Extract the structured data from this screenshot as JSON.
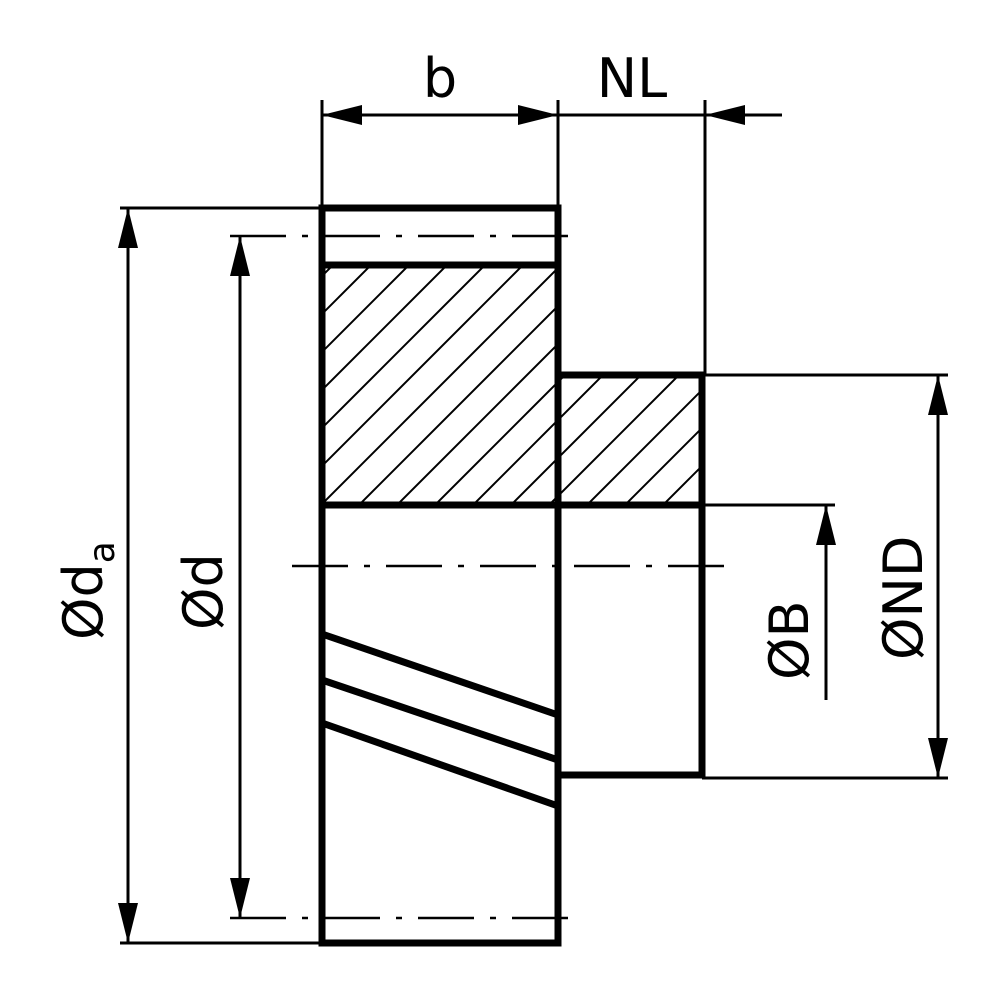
{
  "labels": {
    "width": "b",
    "hub_length": "NL",
    "tip_diameter": "Ød",
    "tip_diameter_subscript": "a",
    "pitch_diameter": "Ød",
    "bore": "ØB",
    "hub_diameter": "ØND"
  }
}
